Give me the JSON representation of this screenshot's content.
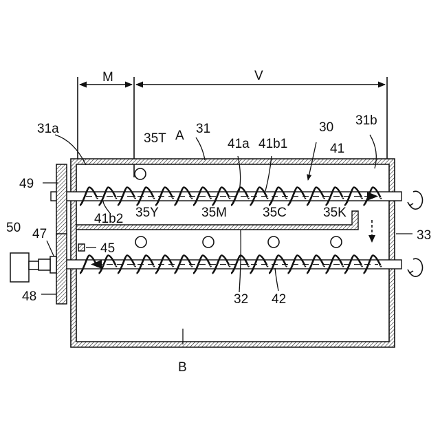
{
  "figure": {
    "labels": {
      "M": "M",
      "V": "V",
      "n30": "30",
      "n31": "31",
      "n31a": "31a",
      "n31b": "31b",
      "n35T": "35T",
      "A": "A",
      "n41a": "41a",
      "n41b1": "41b1",
      "n41": "41",
      "n49": "49",
      "n41b2": "41b2",
      "n35Y": "35Y",
      "n35M": "35M",
      "n35C": "35C",
      "n35K": "35K",
      "n33": "33",
      "n50": "50",
      "n47": "47",
      "n45": "45",
      "n48": "48",
      "n32": "32",
      "n42": "42",
      "B": "B"
    }
  }
}
